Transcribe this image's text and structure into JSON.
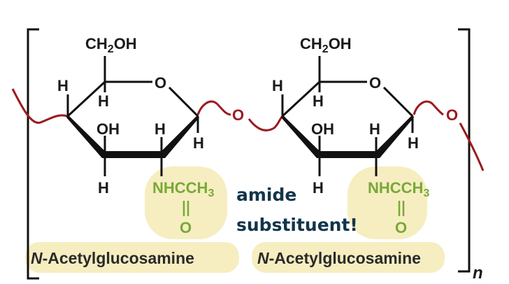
{
  "molecule": {
    "units": [
      {
        "ch2oh": "CH",
        "ch2oh_sub": "2",
        "ch2oh_tail": "OH",
        "ring_o": "O",
        "h_c4": "H",
        "h_c5": "H",
        "oh_c3": "OH",
        "h_c2_up": "H",
        "h_c3_down": "H",
        "h_c1": "H",
        "amide": "NHCCH",
        "amide_sub": "3",
        "carbonyl_o": "O",
        "name_italic": "N",
        "name_rest": "-Acetylglucosamine"
      },
      {
        "ch2oh": "CH",
        "ch2oh_sub": "2",
        "ch2oh_tail": "OH",
        "ring_o": "O",
        "h_c4": "H",
        "h_c5": "H",
        "oh_c3": "OH",
        "h_c2_up": "H",
        "h_c3_down": "H",
        "h_c1": "H",
        "amide": "NHCCH",
        "amide_sub": "3",
        "carbonyl_o": "O",
        "name_italic": "N",
        "name_rest": "-Acetylglucosamine"
      }
    ],
    "glycosidic_o_1": "O",
    "glycosidic_o_2": "O",
    "repeat_subscript": "n"
  },
  "annotation": {
    "line1": "amide",
    "line2": "substituent!"
  },
  "colors": {
    "bond": "#111111",
    "linkage": "#9b1b1f",
    "amide_group": "#79a83a",
    "highlight": "#f6eec0",
    "annotation_ink": "#12354a"
  }
}
